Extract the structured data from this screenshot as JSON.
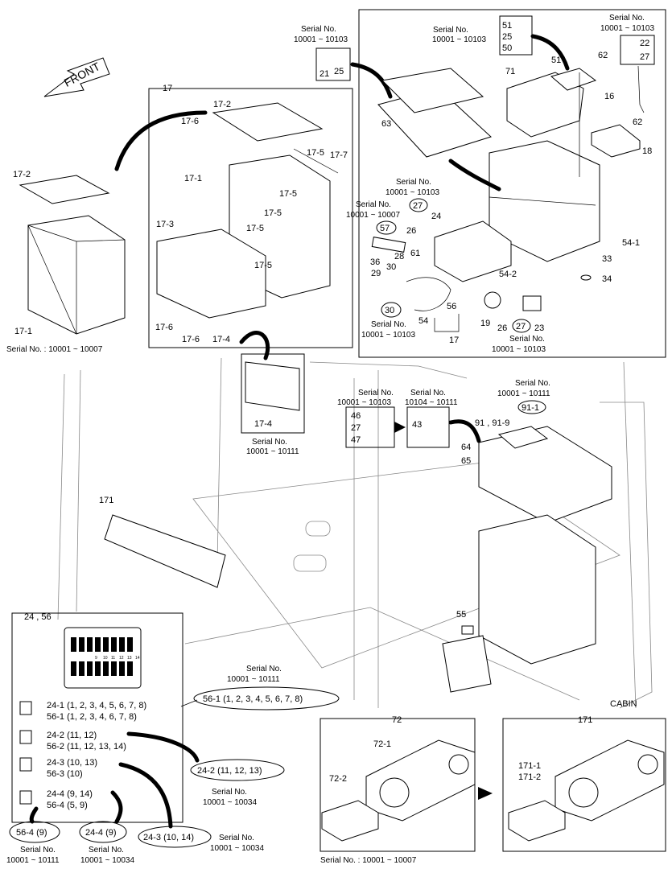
{
  "front_label": "FRONT",
  "cabin_label": "CABIN",
  "serials": {
    "s10001_10103": "Serial No.",
    "range_10103": "10001 ~ 10103",
    "range_10007": "10001 ~ 10007",
    "range_10111": "10001 ~ 10111",
    "range_10034": "10001 ~ 10034",
    "range_10104_10111": "10104 ~ 10111",
    "label_10007_colon": "Serial No. : 10001 ~ 10007",
    "label": "Serial No."
  },
  "group_17": {
    "title": "17",
    "labels": [
      "17-2",
      "17-6",
      "17-1",
      "17-5",
      "17-7",
      "17-5",
      "17-5",
      "17-5",
      "17-3",
      "17-5",
      "17-6",
      "17-6",
      "17-4"
    ]
  },
  "group_17_detail": {
    "labels": [
      "17-2",
      "17-1"
    ]
  },
  "group_17_4_detail": {
    "label": "17-4"
  },
  "upper_right": {
    "labels": [
      "21",
      "25",
      "63",
      "51",
      "25",
      "50",
      "51",
      "62",
      "22",
      "27",
      "71",
      "16",
      "62",
      "18",
      "27",
      "24",
      "57",
      "26",
      "61",
      "36",
      "30",
      "28",
      "29",
      "30",
      "54-1",
      "54-2",
      "54",
      "56",
      "17",
      "33",
      "34",
      "19",
      "26",
      "27",
      "23"
    ]
  },
  "mid": {
    "labels": [
      "46",
      "27",
      "47",
      "43",
      "91-1",
      "91 , 91-9",
      "64",
      "65",
      "171",
      "55"
    ]
  },
  "fuse_box": {
    "title": "24 , 56",
    "rows": [
      {
        "a": "24-1  (1, 2, 3, 4, 5, 6, 7, 8)",
        "b": "56-1  (1, 2, 3, 4, 6, 7, 8)"
      },
      {
        "a": "24-2  (11, 12)",
        "b": "56-2  (11, 12, 13, 14)"
      },
      {
        "a": "24-3  (10, 13)",
        "b": "56-3  (10)"
      },
      {
        "a": "24-4  (9, 14)",
        "b": "56-4  (5, 9)"
      }
    ],
    "fuse_numbers": [
      "9",
      "10",
      "11",
      "12",
      "13",
      "14"
    ]
  },
  "ovals": {
    "o561": "56-1  (1, 2, 3, 4, 5, 6, 7, 8)",
    "o242": "24-2  (11, 12, 13)",
    "o564": "56-4  (9)",
    "o244": "24-4  (9)",
    "o243": "24-3  (10, 14)"
  },
  "gauge_72": {
    "title": "72",
    "labels": [
      "72-1",
      "72-2"
    ]
  },
  "gauge_171": {
    "title": "171",
    "labels": [
      "171-1",
      "171-2"
    ]
  }
}
